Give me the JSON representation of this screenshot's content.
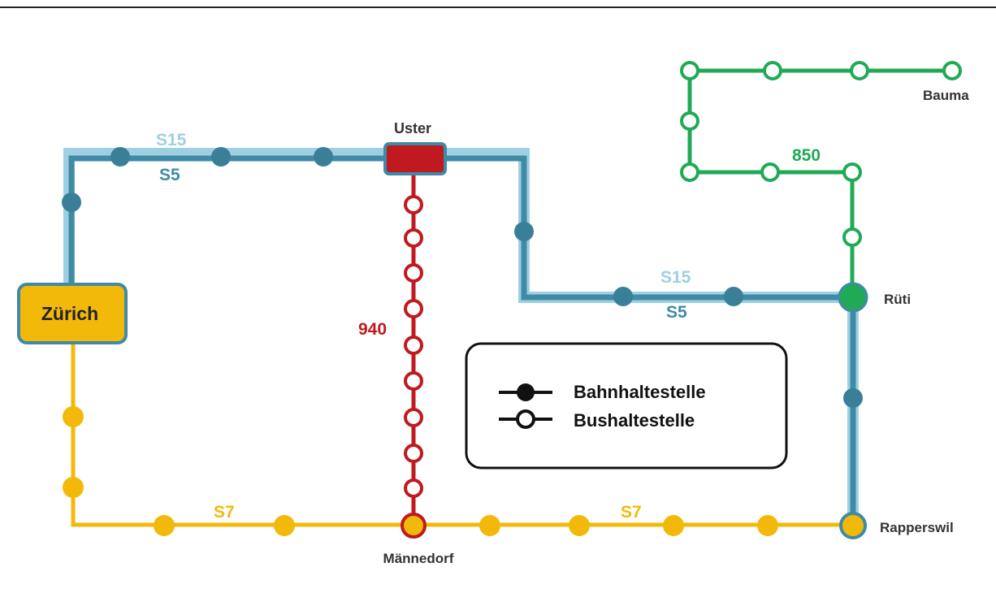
{
  "colors": {
    "s15": "#9fcfe2",
    "s5": "#3f8aa6",
    "s5_dot": "#3a7f98",
    "s7": "#f3b90a",
    "bus_940": "#c0191f",
    "bus_850": "#21aa55",
    "station_dark": "#333333"
  },
  "lines": {
    "s15_label": "S15",
    "s5_label": "S5",
    "s7_label": "S7",
    "bus940_label": "940",
    "bus850_label": "850"
  },
  "stations": {
    "zurich": "Zürich",
    "uster": "Uster",
    "rueti": "Rüti",
    "rapperswil": "Rapperswil",
    "maennedorf": "Männedorf",
    "bauma": "Bauma"
  },
  "legend": {
    "train_stop": "Bahnhaltestelle",
    "bus_stop": "Bushaltestelle"
  }
}
